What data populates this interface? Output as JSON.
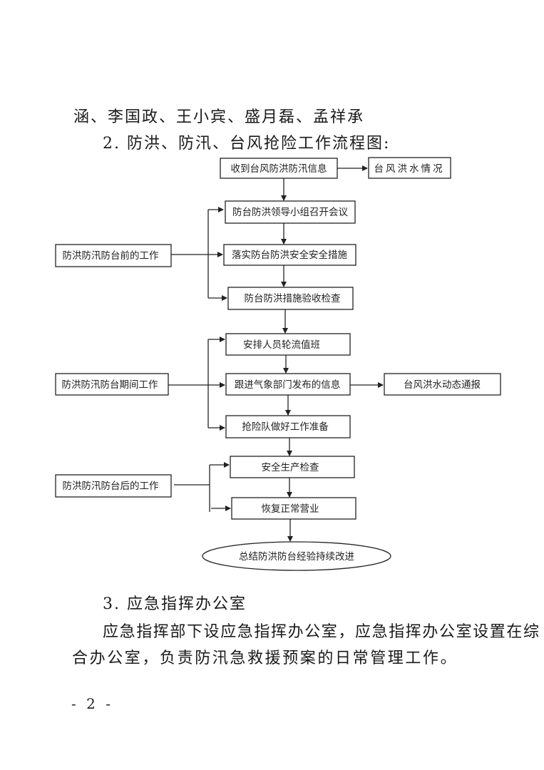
{
  "document": {
    "line1": "涵、李国政、王小宾、盛月磊、孟祥承",
    "section2_heading": "2. 防洪、防汛、台风抢险工作流程图:",
    "section3_heading": "3. 应急指挥办公室",
    "section3_para_line1": "应急指挥部下设应急指挥办公室，应急指挥办公室设置在综",
    "section3_para_line2": "合办公室，负责防汛急救援预案的日常管理工作。",
    "page_number": "- 2 -"
  },
  "flowchart": {
    "nodes": {
      "receive_info": "收到台风防洪防汛信息",
      "typhoon_situation": "台风洪水情况",
      "leadership_meeting": "防台防洪领导小组召开会议",
      "implement_measures": "落实防台防洪安全安全措施",
      "inspect_measures": "防台防洪措施验收检查",
      "before_work": "防洪防汛防台前的工作",
      "arrange_shifts": "安排人员轮流值班",
      "follow_weather": "跟进气象部门发布的信息",
      "dynamic_report": "台风洪水动态通报",
      "during_work": "防洪防汛防台期间工作",
      "rescue_prep": "抢险队做好工作准备",
      "safety_check": "安全生产检查",
      "resume_business": "恢复正常营业",
      "after_work": "防洪防汛防台后的工作",
      "summary": "总结防洪防台经验持续改进"
    }
  }
}
